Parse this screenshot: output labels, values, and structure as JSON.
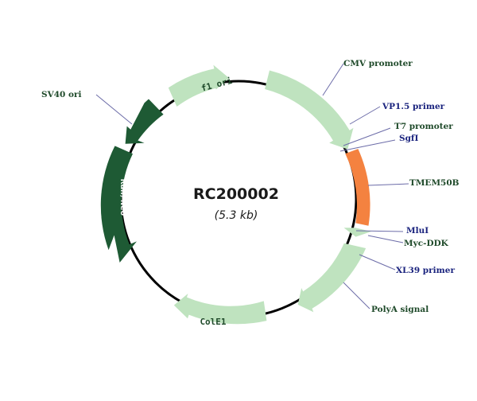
{
  "plasmid": {
    "name": "RC200002",
    "size": "(5.3 kb)"
  },
  "colors": {
    "light_green": "#bfe3bf",
    "dark_green": "#1e5a34",
    "orange": "#f48240",
    "backbone": "#000000",
    "label_green": "#1f4a2a",
    "label_navy": "#1a237e"
  },
  "features": [
    {
      "name": "CMV promoter",
      "color": "light_green"
    },
    {
      "name": "VP1.5 primer",
      "color": "label_navy"
    },
    {
      "name": "T7 promoter",
      "color": "label_green"
    },
    {
      "name": "SgfI",
      "color": "label_navy"
    },
    {
      "name": "TMEM50B",
      "color": "orange"
    },
    {
      "name": "MluI",
      "color": "label_navy"
    },
    {
      "name": "Myc-DDK",
      "color": "label_green"
    },
    {
      "name": "XL39 primer",
      "color": "label_navy"
    },
    {
      "name": "PolyA signal",
      "color": "label_green"
    },
    {
      "name": "ColE1",
      "color": "light_green"
    },
    {
      "name": "Kan/Neo",
      "color": "dark_green"
    },
    {
      "name": "SV40 ori",
      "color": "dark_green"
    },
    {
      "name": "f1 ori",
      "color": "light_green"
    }
  ]
}
